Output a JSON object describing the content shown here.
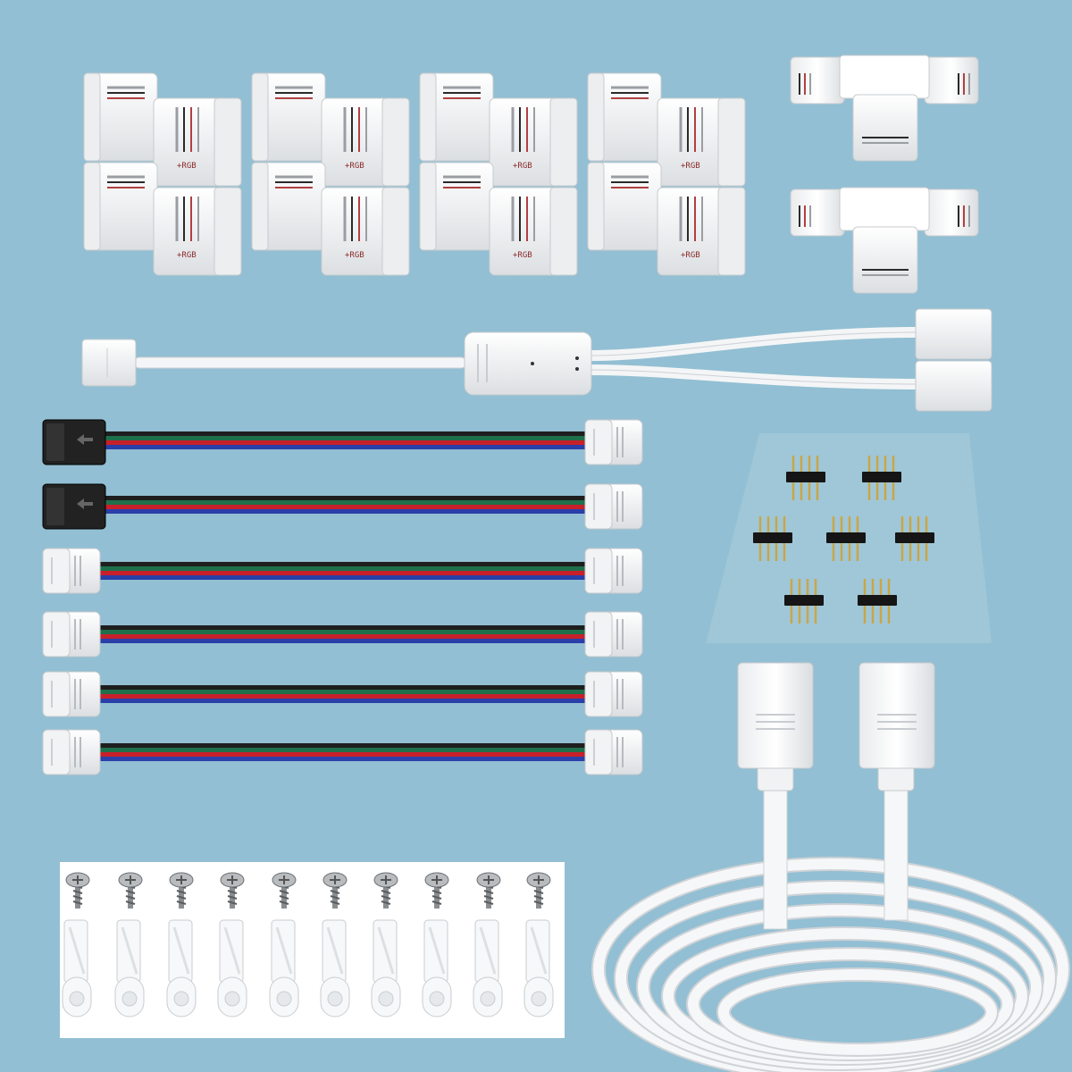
{
  "scene": {
    "background": "#92bfd3",
    "connector_marking": "+RGB"
  },
  "colors": {
    "plastic_white": "#f4f4f4",
    "plastic_shadow": "#d6d9dc",
    "wire_black": "#1e1e1e",
    "wire_red": "#c8202a",
    "wire_green": "#1f6f4a",
    "wire_blue": "#2a3fa8",
    "header_black": "#151515",
    "pin_gold": "#c8a64a"
  },
  "items": {
    "l_connectors": 8,
    "t_connectors": 2,
    "splitter_cables": 1,
    "jumper_cables": 6,
    "pin_headers": 7,
    "screws": 10,
    "mounting_clips": 10,
    "extension_cable_ends": 2
  }
}
